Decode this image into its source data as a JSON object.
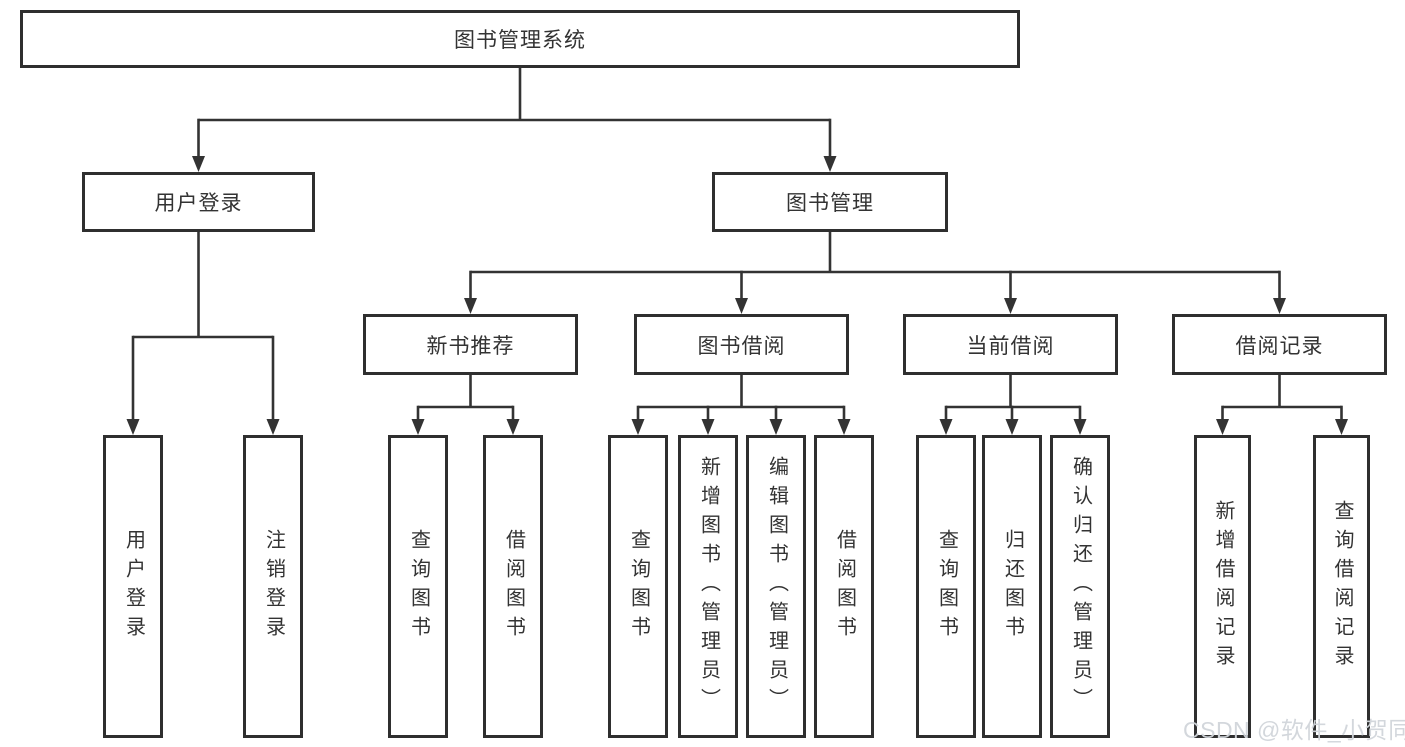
{
  "root": {
    "label": "图书管理系统"
  },
  "branches": [
    {
      "label": "用户登录",
      "children": [
        {
          "label": "用户登录"
        },
        {
          "label": "注销登录"
        }
      ]
    },
    {
      "label": "图书管理",
      "children": [
        {
          "label": "新书推荐",
          "children": [
            {
              "label": "查询图书"
            },
            {
              "label": "借阅图书"
            }
          ]
        },
        {
          "label": "图书借阅",
          "children": [
            {
              "label": "查询图书"
            },
            {
              "label": "新增图书（管理员）"
            },
            {
              "label": "编辑图书（管理员）"
            },
            {
              "label": "借阅图书"
            }
          ]
        },
        {
          "label": "当前借阅",
          "children": [
            {
              "label": "查询图书"
            },
            {
              "label": "归还图书"
            },
            {
              "label": "确认归还（管理员）"
            }
          ]
        },
        {
          "label": "借阅记录",
          "children": [
            {
              "label": "新增借阅记录"
            },
            {
              "label": "查询借阅记录"
            }
          ]
        }
      ]
    }
  ],
  "watermark": "CSDN @软件_小贺同学",
  "colors": {
    "line": "#333333",
    "border": "#2f2f2f",
    "text": "#333333",
    "watermark": "#d1d5da",
    "background": "#ffffff"
  }
}
